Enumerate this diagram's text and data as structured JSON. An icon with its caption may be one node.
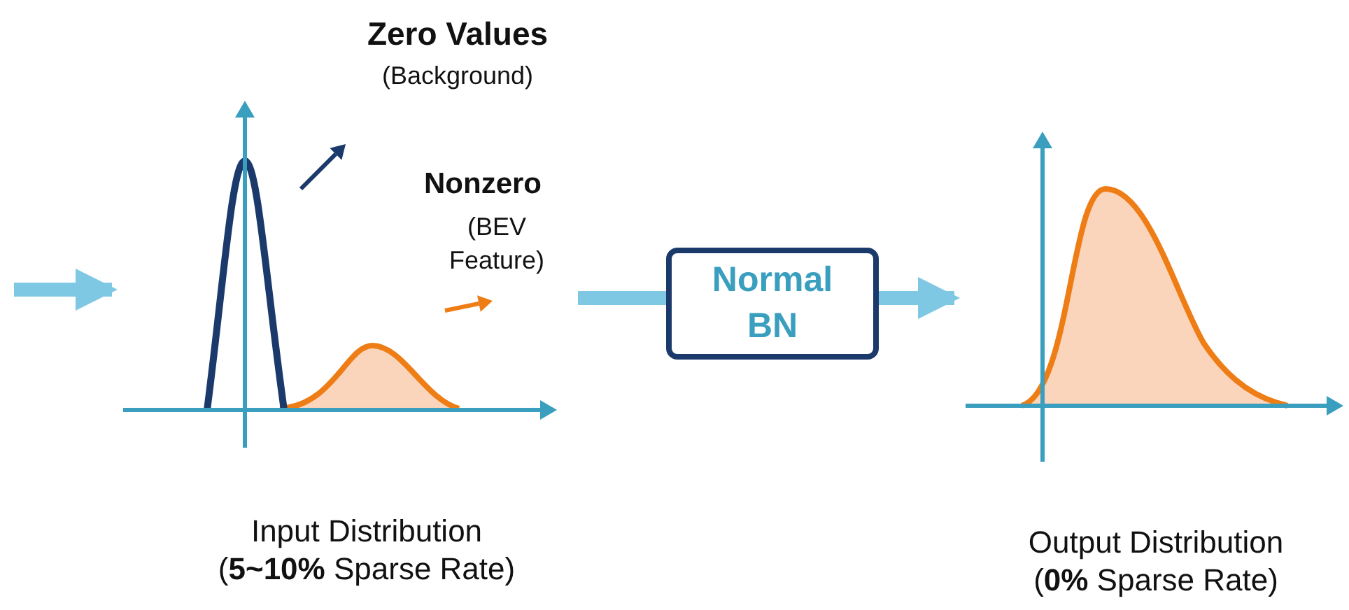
{
  "diagram": {
    "nodes": [
      {
        "text": [],
        "shape": "picture",
        "beside": [
          "Input Distribution (**5~10%** Sparse Rate)"
        ]
      },
      {
        "text": [
          "Normal BN"
        ]
      },
      {
        "text": [],
        "shape": "picture",
        "beside": [
          "Output Distribution (**0%** Sparse Rate)"
        ]
      }
    ],
    "edges": [
      {
        "from": null,
        "to": 0,
        "arrow": "to"
      },
      {
        "from": 0,
        "to": 1,
        "arrow": "none"
      },
      {
        "from": 1,
        "to": 2,
        "arrow": "to"
      }
    ],
    "labels": [
      "Zero Values",
      "(Background)",
      "Nonzero",
      "(BEV Feature)"
    ]
  }
}
